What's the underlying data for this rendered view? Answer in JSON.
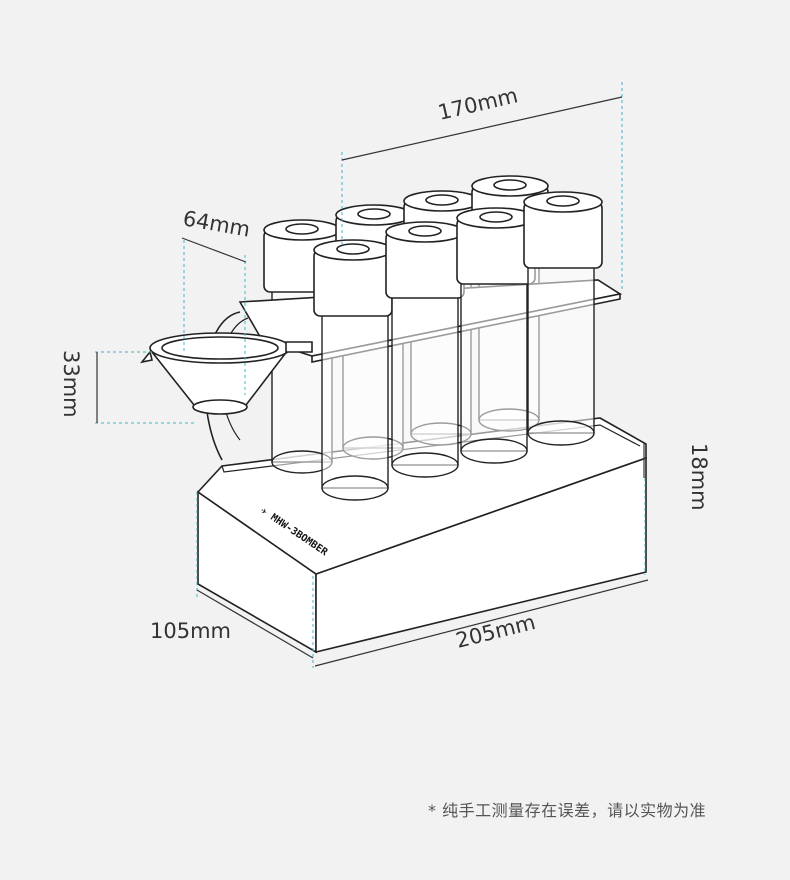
{
  "diagram": {
    "product_logo": "MHW-3BOMBER",
    "dimensions": {
      "rack_length": "170mm",
      "funnel_diameter": "64mm",
      "funnel_height": "33mm",
      "base_height": "18mm",
      "base_depth": "105mm",
      "base_length": "205mm"
    },
    "note": "* 纯手工测量存在误差，请以实物为准",
    "colors": {
      "background": "#f2f2f2",
      "guide": "#3fb7c9",
      "line": "#222222"
    }
  }
}
